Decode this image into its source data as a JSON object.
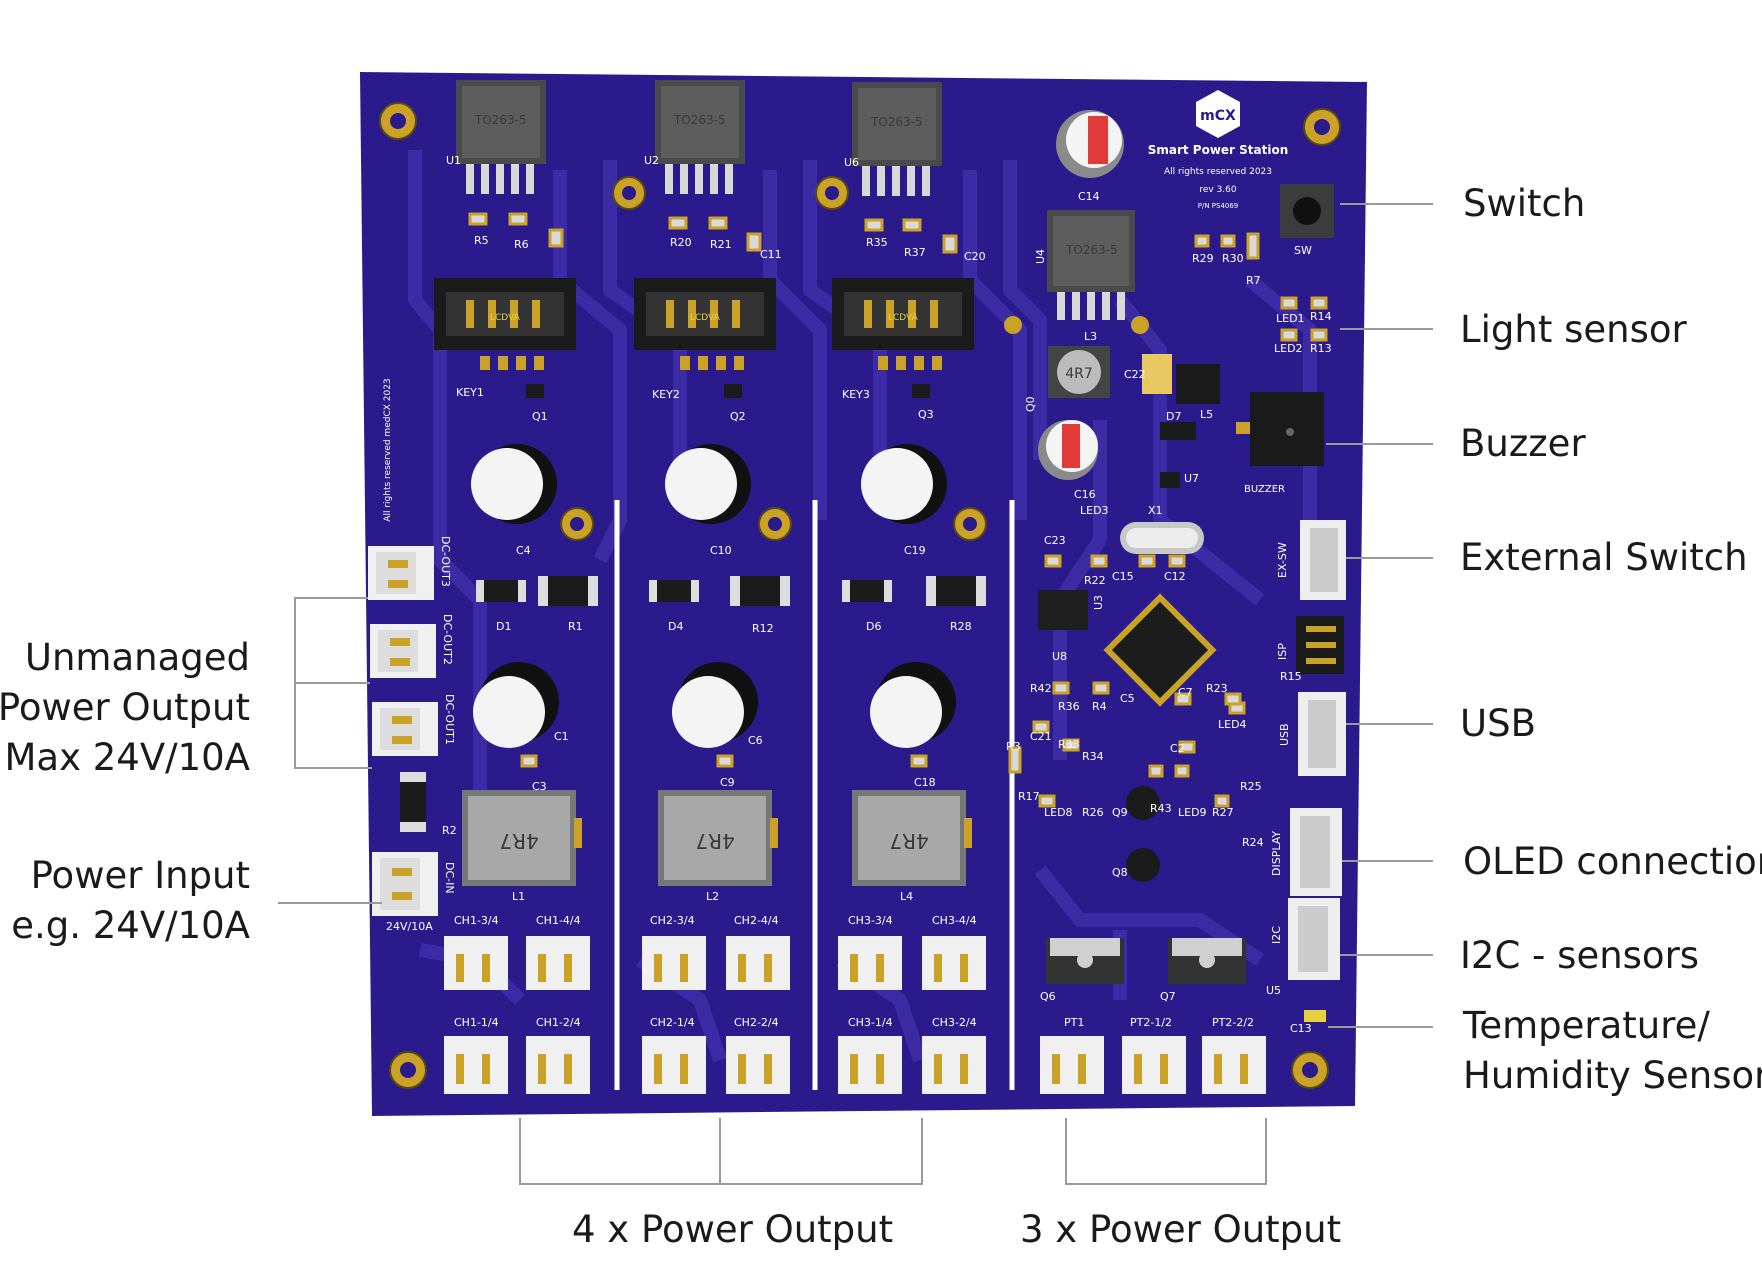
{
  "labels": {
    "switch": "Switch",
    "light_sensor": "Light sensor",
    "buzzer": "Buzzer",
    "external_switch": "External Switch",
    "usb": "USB",
    "oled": "OLED connection",
    "i2c": "I2C - sensors",
    "temp_line1": "Temperature/",
    "temp_line2": "Humidity Sensor",
    "unmanaged_line1": "Unmanaged",
    "unmanaged_line2": "Power Output",
    "unmanaged_line3": "Max 24V/10A",
    "power_input_line1": "Power Input",
    "power_input_line2": "e.g. 24V/10A",
    "four_power": "4 x Power Output",
    "three_power": "3 x Power Output"
  },
  "board": {
    "brand_logo": "mCX",
    "product_name": "Smart Power Station",
    "copyright": "All rights reserved 2023",
    "revision": "rev 3.60",
    "part_number": "P/N PS4069",
    "side_copyright": "All rights reserved medCX 2023",
    "regulator_package": "TO263-5",
    "connector_text": "LCDVA",
    "inductor_value": "4R7",
    "designators": {
      "u1": "U1",
      "u2": "U2",
      "u6": "U6",
      "u4": "U4",
      "r5": "R5",
      "r6": "R6",
      "r20": "R20",
      "r21": "R21",
      "r35": "R35",
      "r37": "R37",
      "c11": "C11",
      "c20": "C20",
      "c14": "C14",
      "c22": "C22",
      "key1": "KEY1",
      "key2": "KEY2",
      "key3": "KEY3",
      "q1": "Q1",
      "q2": "Q2",
      "q3": "Q3",
      "l3": "L3",
      "l5": "L5",
      "d7": "D7",
      "u7": "U7",
      "q0": "Q0",
      "c4": "C4",
      "c10": "C10",
      "c19": "C19",
      "c16": "C16",
      "d1": "D1",
      "r1": "R1",
      "d4": "D4",
      "r12": "R12",
      "d6": "D6",
      "r28": "R28",
      "c1": "C1",
      "c6": "C6",
      "c3": "C3",
      "c9": "C9",
      "c18": "C18",
      "l1": "L1",
      "l2": "L2",
      "l4": "L4",
      "r2": "R2",
      "sw": "SW",
      "r29": "R29",
      "r30": "R30",
      "r7": "R7",
      "led1": "LED1",
      "led2": "LED2",
      "r14": "R14",
      "r13": "R13",
      "buzzer": "BUZZER",
      "led3": "LED3",
      "x1": "X1",
      "c23": "C23",
      "r22": "R22",
      "c15": "C15",
      "c12": "C12",
      "u3": "U3",
      "u8": "U8",
      "r42": "R42",
      "r36": "R36",
      "r4": "R4",
      "c21": "C21",
      "r33": "R33",
      "r34": "R34",
      "r3": "R3",
      "r23": "R23",
      "led4": "LED4",
      "c7": "C7",
      "c5": "C5",
      "c2": "C2",
      "r17": "R17",
      "led8": "LED8",
      "r26": "R26",
      "q9": "Q9",
      "q8": "Q8",
      "r43": "R43",
      "led9": "LED9",
      "r27": "R27",
      "r25": "R25",
      "r24": "R24",
      "r15": "R15",
      "q6": "Q6",
      "q7": "Q7",
      "u5": "U5",
      "c13": "C13",
      "ex_sw": "EX-SW",
      "isp": "ISP",
      "usb": "USB",
      "display": "DISPLAY",
      "i2c": "I2C",
      "dc_out3": "DC-OUT3",
      "dc_out2": "DC-OUT2",
      "dc_out1": "DC-OUT1",
      "dc_in": "DC-IN",
      "input_rating": "24V/10A"
    },
    "channels_top": [
      "CH1-3/4",
      "CH1-4/4",
      "CH2-3/4",
      "CH2-4/4",
      "CH3-3/4",
      "CH3-4/4"
    ],
    "channels_bottom": [
      "CH1-1/4",
      "CH1-2/4",
      "CH2-1/4",
      "CH2-2/4",
      "CH3-1/4",
      "CH3-2/4",
      "PT1",
      "PT2-1/2",
      "PT2-2/2"
    ]
  },
  "colors": {
    "pcb": "#2a1a8c",
    "trace": "#3d2fa8",
    "pad_gold": "#c9a227",
    "silk": "#ffffff",
    "leader": "#8a8a8a"
  }
}
